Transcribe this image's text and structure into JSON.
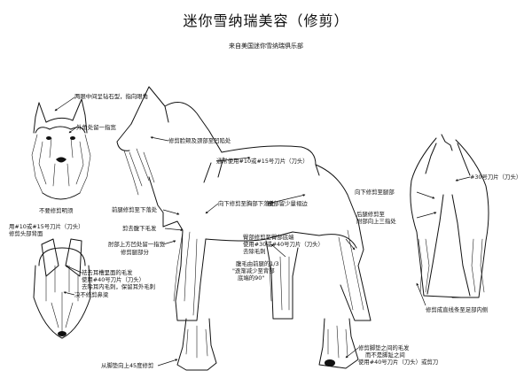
{
  "title": "迷你雪纳瑞美容（修剪）",
  "subtitle": "来自美国迷你雪纳瑞俱乐部",
  "labels": {
    "eyebrow_diamond": "两眼中间呈钻石型，指向眼角",
    "outer_corner": "外角处留一指宽",
    "no_trim_eyebrow": "不要修剪明须",
    "trim_cheek_throat": "修剪脸颊及颈部至凹陷处",
    "body_clip": "通常使用#10或#15号刀片（刀头）",
    "back_clipper": "#30号刀片（刀头）",
    "front_leg_down": "前腿修剪至下落处",
    "down_to_chest": "向下修剪至胸部下落处",
    "waist_skirt": "腰部留少量褶边",
    "trim_thigh": "向下修剪至腿部",
    "scissor_belly": "剪去腹下毛发",
    "armpit_finger": "肘部上方凹处留一指宽",
    "trim_leg_part": "修剪腿部分",
    "rear_clip_1": "臀部修剪至臀部底端",
    "rear_clip_2": "使用#30或#40号刀片（刀头）",
    "rear_clip_3": "去除毛刺",
    "rear_ridge": "后腿修剪至",
    "rear_ridge_2": "附部向上三指处",
    "belly_line_1": "腹毛由前腿的1/3",
    "belly_line_2": "\"逐渐减少至背部",
    "belly_line_3": "底端的90\"",
    "ear_head_1": "用#10或#15号刀片（刀头）",
    "ear_head_2": "修剪头部背面",
    "ear_1": "祛去耳槽里面的毛发",
    "ear_2": "使用#40号刀片（刀头）",
    "ear_3": "去除耳内毛刺，保留耳外毛刺",
    "no_trim_nose": "决不修剪鼻梁",
    "rear_line": "修剪成直线条至足部内侧",
    "foot_bevel": "从脚垫向上45度修剪",
    "foot_pad_1": "修剪脚垫之间的毛发",
    "foot_pad_2": "而不是脚趾之间",
    "foot_pad_3": "使用#40号刀片（刀头）或剪刀"
  }
}
